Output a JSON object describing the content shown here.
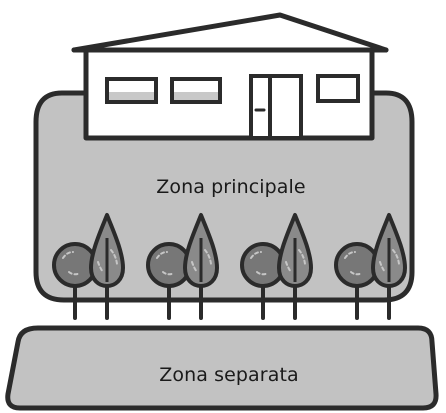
{
  "colors": {
    "outline": "#2b2b2b",
    "zone_fill": "#c2c2c2",
    "house_fill": "#ffffff",
    "window_accent": "#c8c8c8",
    "tree_fill_round": "#777777",
    "tree_fill_cypress": "#8a8a8a",
    "texture": "#c6c6c6"
  },
  "zones": {
    "main": {
      "label": "Zona principale"
    },
    "separate": {
      "label": "Zona separata"
    }
  },
  "icons": {
    "house": "house-icon",
    "round_tree": "round-tree-icon",
    "cypress_tree": "cypress-tree-icon"
  },
  "trees": {
    "pair_count": 4
  }
}
